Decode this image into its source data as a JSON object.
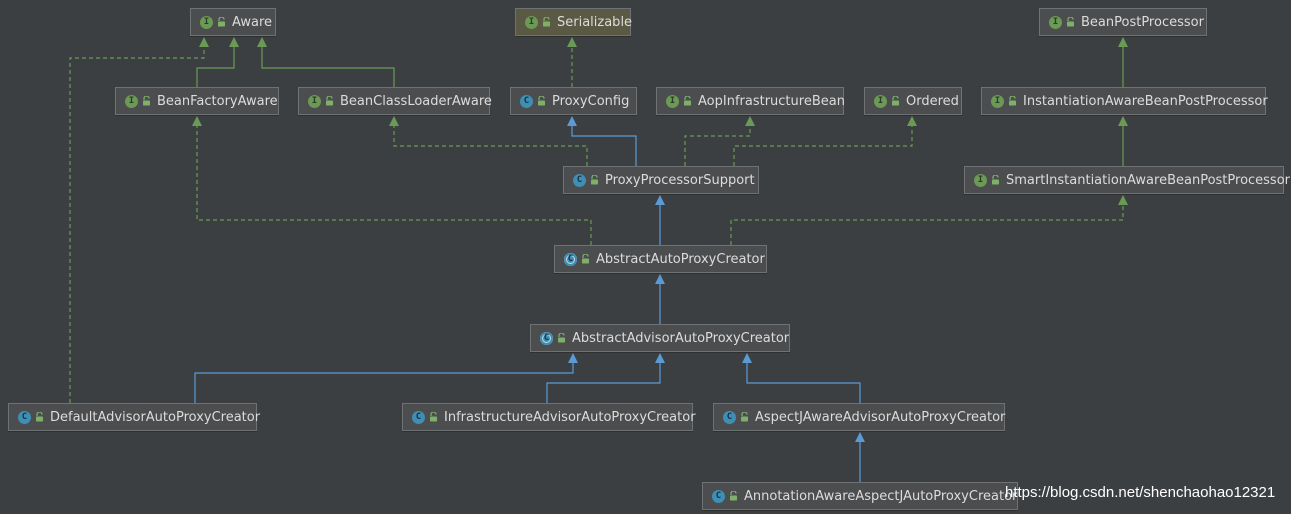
{
  "diagram": {
    "nodes": [
      {
        "id": "aware",
        "label": "Aware",
        "kind": "I",
        "kind_icon": "interface-icon",
        "style": ""
      },
      {
        "id": "serializable",
        "label": "Serializable",
        "kind": "I",
        "kind_icon": "interface-icon",
        "style": "ser"
      },
      {
        "id": "beanpostprocessor",
        "label": "BeanPostProcessor",
        "kind": "I",
        "kind_icon": "interface-icon",
        "style": ""
      },
      {
        "id": "beanfactoryaware",
        "label": "BeanFactoryAware",
        "kind": "I",
        "kind_icon": "interface-icon",
        "style": ""
      },
      {
        "id": "beanclassloaderaware",
        "label": "BeanClassLoaderAware",
        "kind": "I",
        "kind_icon": "interface-icon",
        "style": ""
      },
      {
        "id": "proxyconfig",
        "label": "ProxyConfig",
        "kind": "C",
        "kind_icon": "class-icon",
        "style": ""
      },
      {
        "id": "aopinfrastructurebean",
        "label": "AopInfrastructureBean",
        "kind": "I",
        "kind_icon": "interface-icon",
        "style": ""
      },
      {
        "id": "ordered",
        "label": "Ordered",
        "kind": "I",
        "kind_icon": "interface-icon",
        "style": ""
      },
      {
        "id": "instantiationaware",
        "label": "InstantiationAwareBeanPostProcessor",
        "kind": "I",
        "kind_icon": "interface-icon",
        "style": ""
      },
      {
        "id": "proxyprocessorsupport",
        "label": "ProxyProcessorSupport",
        "kind": "C",
        "kind_icon": "class-icon",
        "style": ""
      },
      {
        "id": "smartinstantiationaware",
        "label": "SmartInstantiationAwareBeanPostProcessor",
        "kind": "I",
        "kind_icon": "interface-icon",
        "style": ""
      },
      {
        "id": "abstractautoproxycreator",
        "label": "AbstractAutoProxyCreator",
        "kind": "C",
        "kind_icon": "abstract-class-icon",
        "style": ""
      },
      {
        "id": "abstractadvisorautoproxycreator",
        "label": "AbstractAdvisorAutoProxyCreator",
        "kind": "C",
        "kind_icon": "abstract-class-icon",
        "style": ""
      },
      {
        "id": "defaultadvisorautoproxycreator",
        "label": "DefaultAdvisorAutoProxyCreator",
        "kind": "C",
        "kind_icon": "class-icon",
        "style": ""
      },
      {
        "id": "infrastructureadvisorautoproxycreator",
        "label": "InfrastructureAdvisorAutoProxyCreator",
        "kind": "C",
        "kind_icon": "class-icon",
        "style": ""
      },
      {
        "id": "aspectjawareadvisorautoproxycreator",
        "label": "AspectJAwareAdvisorAutoProxyCreator",
        "kind": "C",
        "kind_icon": "class-icon",
        "style": ""
      },
      {
        "id": "annotationawareaspectjautoproxycreator",
        "label": "AnnotationAwareAspectJAutoProxyCreator",
        "kind": "C",
        "kind_icon": "class-icon",
        "style": ""
      }
    ],
    "edges": [
      {
        "from": "beanfactoryaware",
        "to": "aware",
        "type": "extends"
      },
      {
        "from": "beanclassloaderaware",
        "to": "aware",
        "type": "extends"
      },
      {
        "from": "defaultadvisorautoproxycreator",
        "to": "aware",
        "type": "implements"
      },
      {
        "from": "proxyconfig",
        "to": "serializable",
        "type": "implements"
      },
      {
        "from": "instantiationaware",
        "to": "beanpostprocessor",
        "type": "extends"
      },
      {
        "from": "proxyprocessorsupport",
        "to": "proxyconfig",
        "type": "extends"
      },
      {
        "from": "proxyprocessorsupport",
        "to": "beanclassloaderaware",
        "type": "implements"
      },
      {
        "from": "proxyprocessorsupport",
        "to": "aopinfrastructurebean",
        "type": "implements"
      },
      {
        "from": "proxyprocessorsupport",
        "to": "ordered",
        "type": "implements"
      },
      {
        "from": "smartinstantiationaware",
        "to": "instantiationaware",
        "type": "extends"
      },
      {
        "from": "abstractautoproxycreator",
        "to": "proxyprocessorsupport",
        "type": "extends"
      },
      {
        "from": "abstractautoproxycreator",
        "to": "beanfactoryaware",
        "type": "implements"
      },
      {
        "from": "abstractautoproxycreator",
        "to": "smartinstantiationaware",
        "type": "implements"
      },
      {
        "from": "abstractadvisorautoproxycreator",
        "to": "abstractautoproxycreator",
        "type": "extends"
      },
      {
        "from": "defaultadvisorautoproxycreator",
        "to": "abstractadvisorautoproxycreator",
        "type": "extends"
      },
      {
        "from": "infrastructureadvisorautoproxycreator",
        "to": "abstractadvisorautoproxycreator",
        "type": "extends"
      },
      {
        "from": "aspectjawareadvisorautoproxycreator",
        "to": "abstractadvisorautoproxycreator",
        "type": "extends"
      },
      {
        "from": "annotationawareaspectjautoproxycreator",
        "to": "aspectjawareadvisorautoproxycreator",
        "type": "extends"
      }
    ],
    "colors": {
      "background": "#3c3f41",
      "class_extends": "#5b9bd5",
      "interface_edge": "#6a9a55",
      "node_fill": "#4b4d4f",
      "node_border": "#6f7274",
      "text": "#dcdcdc"
    }
  },
  "watermark": "https://blog.csdn.net/shenchaohao12321"
}
